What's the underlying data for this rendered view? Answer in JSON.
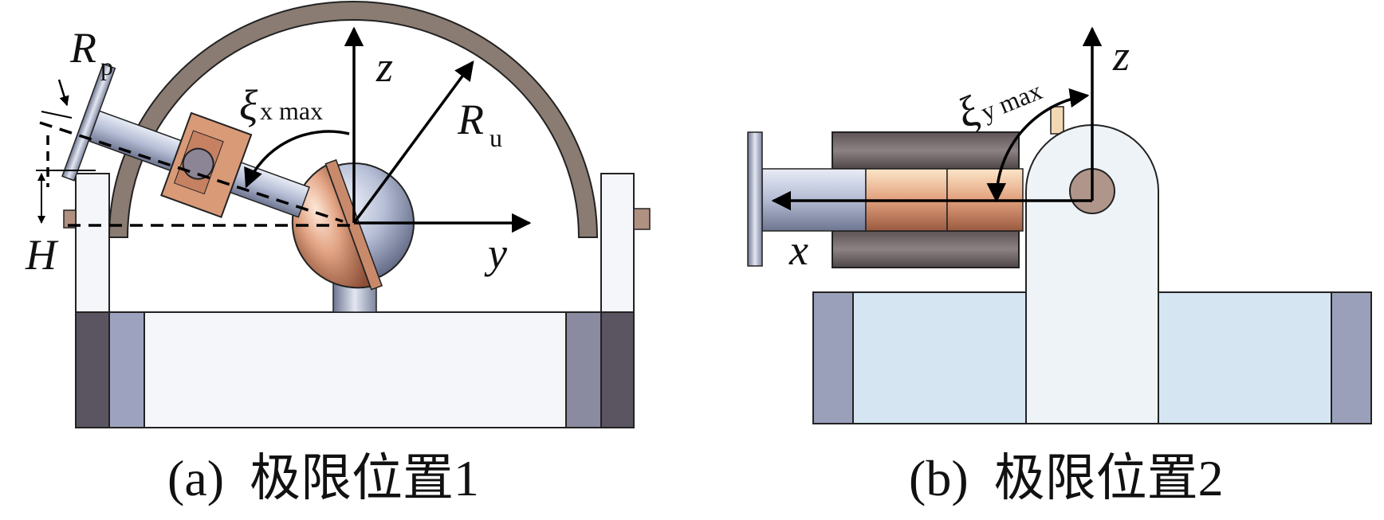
{
  "captions": {
    "a": "(a)  极限位置1",
    "b": "(b)  极限位置2"
  },
  "panel_a": {
    "labels": {
      "Rp": "R",
      "Rp_sub": "p",
      "Ru": "R",
      "Ru_sub": "u",
      "z": "z",
      "y": "y",
      "H": "H",
      "xi": "ξ",
      "xi_sub": "x max"
    }
  },
  "panel_b": {
    "labels": {
      "z": "z",
      "x": "x",
      "xi": "ξ",
      "xi_sub": "y max"
    }
  },
  "colors": {
    "frame_white": "#f4f6fa",
    "frame_blue": "#9da3bf",
    "frame_dark": "#5a5560",
    "arch": "#8a7c72",
    "copper": "#d89a78",
    "steel": "#b6bfd6",
    "axis": "#000000"
  }
}
